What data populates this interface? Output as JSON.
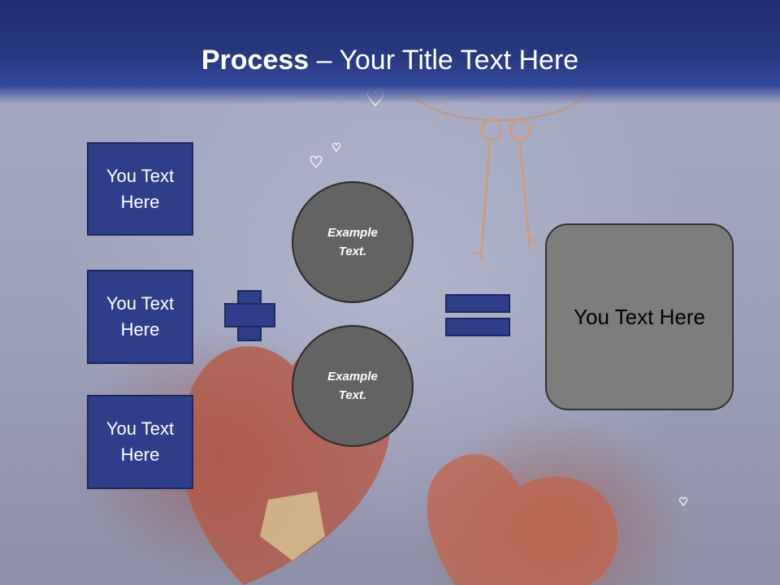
{
  "slide": {
    "title_bold": "Process",
    "title_rest": " – Your Title Text Here"
  },
  "left_boxes": [
    {
      "label": "You Text Here"
    },
    {
      "label": "You Text Here"
    },
    {
      "label": "You Text Here"
    }
  ],
  "circles": [
    {
      "label": "Example Text."
    },
    {
      "label": "Example Text."
    }
  ],
  "result": {
    "label": "You Text Here"
  },
  "operators": {
    "plus": "plus-icon",
    "equals": "equals-icon"
  },
  "colors": {
    "header": "#27397f",
    "box_fill": "#2f3e88",
    "circle_fill": "#636363",
    "result_fill": "#7d7d7d"
  }
}
